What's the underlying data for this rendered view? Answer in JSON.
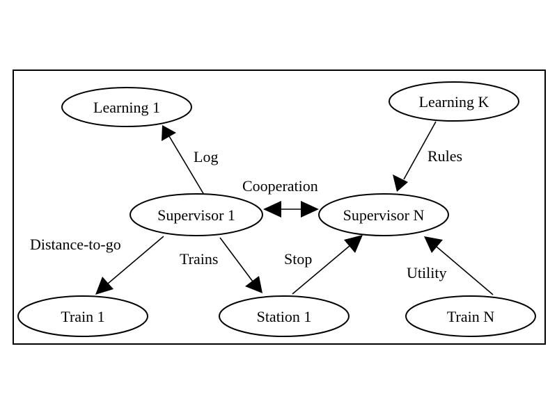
{
  "nodes": {
    "learning_1": "Learning 1",
    "learning_k": "Learning K",
    "supervisor_1": "Supervisor 1",
    "supervisor_n": "Supervisor N",
    "train_1": "Train 1",
    "station_1": "Station 1",
    "train_n": "Train N"
  },
  "edges": {
    "log": "Log",
    "rules": "Rules",
    "cooperation": "Cooperation",
    "distance_to_go": "Distance-to-go",
    "trains": "Trains",
    "stop": "Stop",
    "utility": "Utility"
  },
  "colors": {
    "stroke": "#000000",
    "background": "#ffffff"
  }
}
